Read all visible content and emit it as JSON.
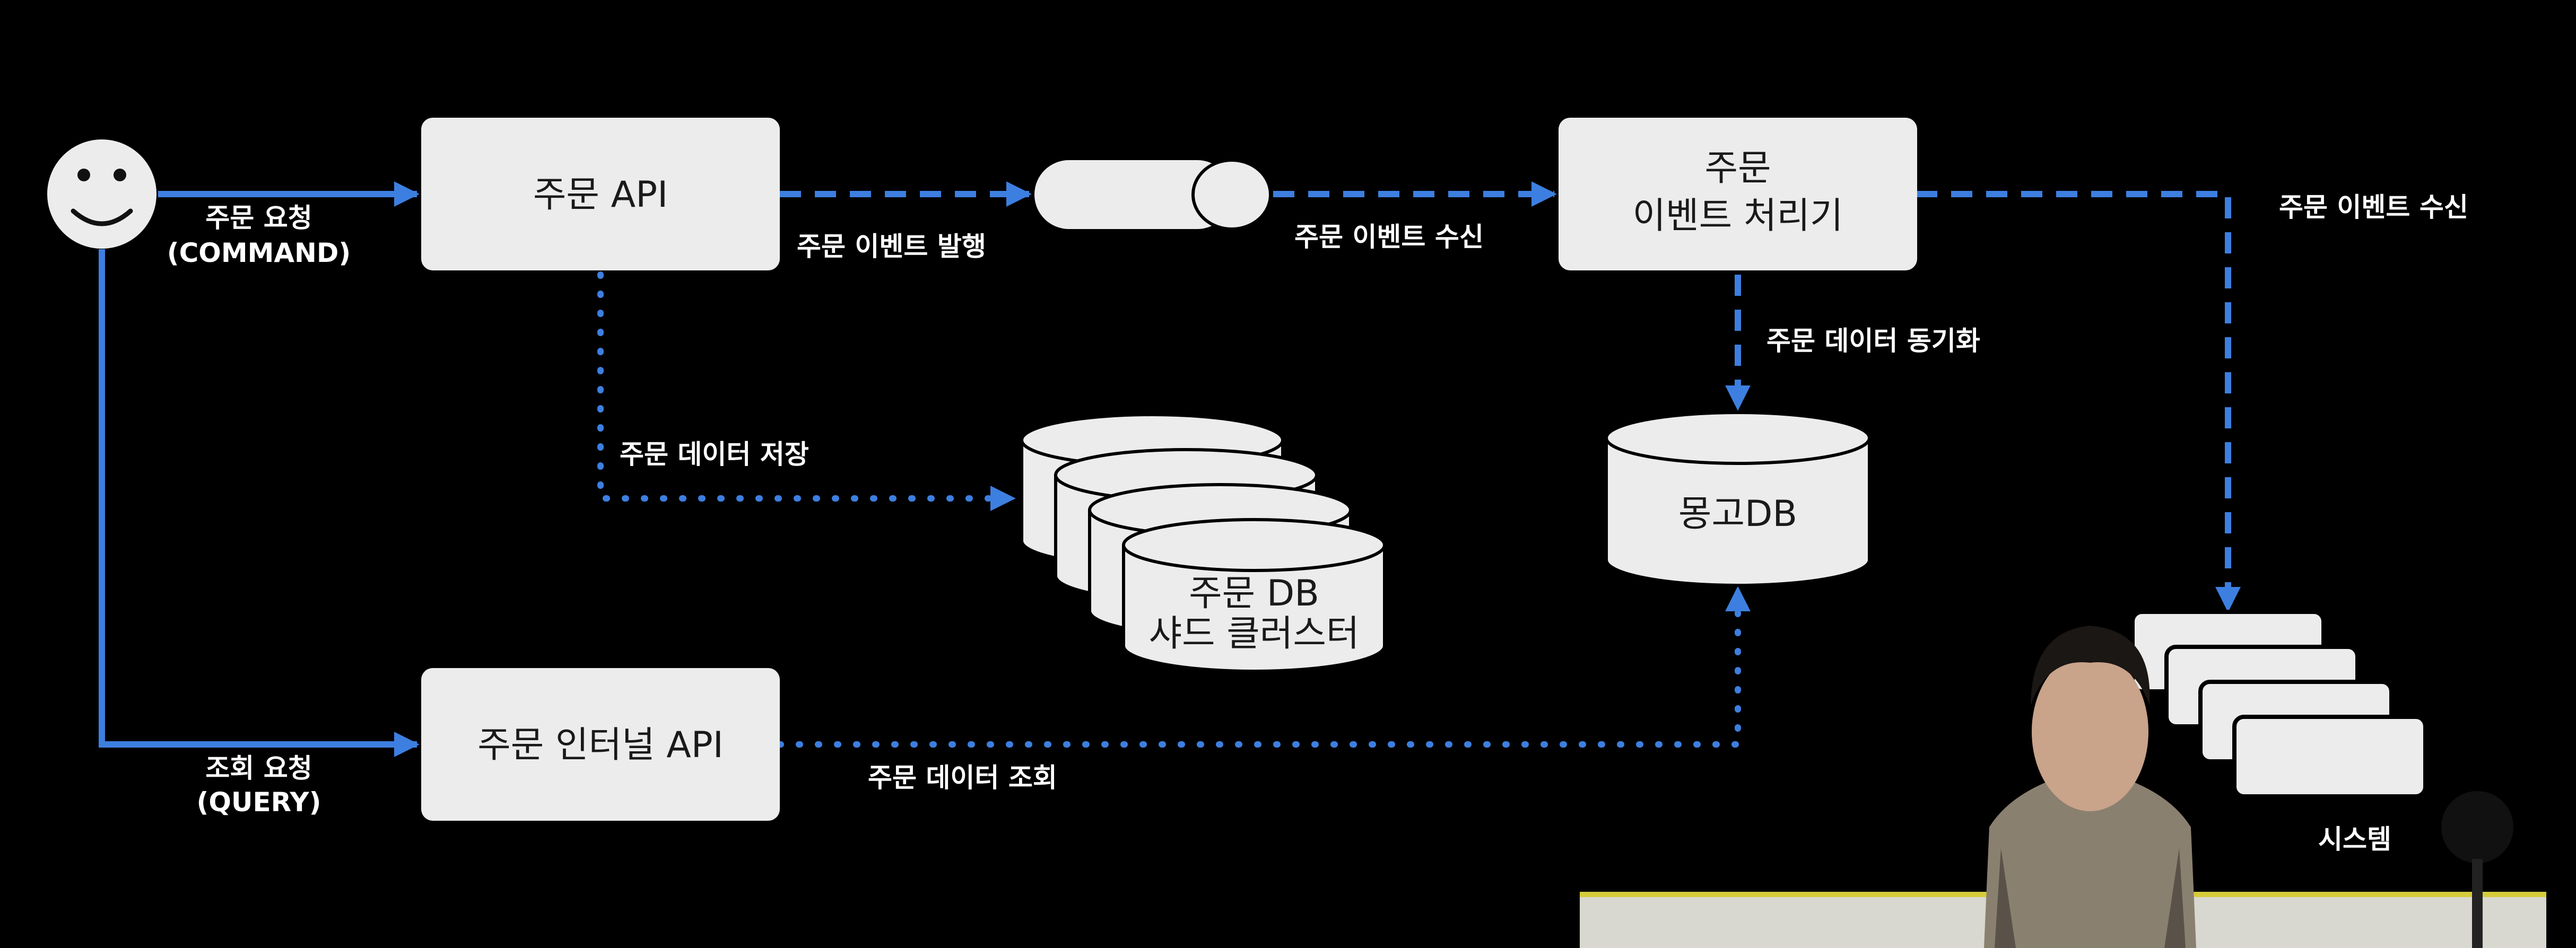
{
  "colors": {
    "background": "#000000",
    "box_fill": "#ececec",
    "arrow_blue": "#3d7fe0",
    "label_text": "#ffffff"
  },
  "actor": {
    "icon": "smiley-face-icon"
  },
  "nodes": {
    "order_api": "주문 API",
    "order_internal_api": "주문 인터널 API",
    "event_processor_line1": "주문",
    "event_processor_line2": "이벤트 처리기",
    "mongo_db": "몽고DB",
    "order_db_line1": "주문 DB",
    "order_db_line2": "샤드 클러스터",
    "external_system": "시스템"
  },
  "edges": {
    "order_request_line1": "주문 요청",
    "order_request_line2": "(COMMAND)",
    "query_request_line1": "조회 요청",
    "query_request_line2": "(QUERY)",
    "event_publish": "주문 이벤트 발행",
    "event_receive": "주문 이벤트 수신",
    "event_receive_2": "주문 이벤트 수신",
    "data_sync": "주문 데이터 동기화",
    "data_save": "주문 데이터 저장",
    "data_query": "주문 데이터 조회"
  },
  "overlay": {
    "presenter": "presenter-video-overlay"
  }
}
